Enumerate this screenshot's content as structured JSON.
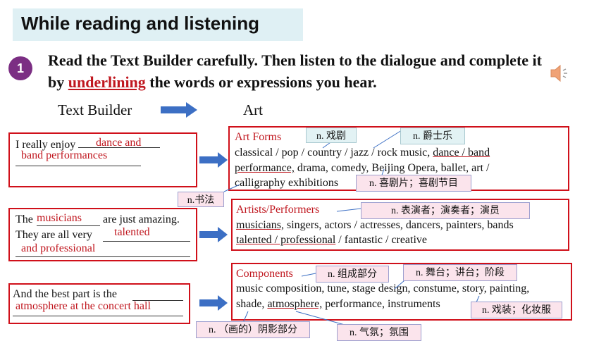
{
  "title": "While reading  and  listening",
  "step_number": "1",
  "instruction_before": "Read the Text Builder carefully. Then listen to the dialogue and complete it by ",
  "instruction_underlined": "underlining",
  "instruction_after": " the words or expressions you hear.",
  "text_builder_label": "Text Builder",
  "art_label": "Art",
  "left": {
    "box1": {
      "prefix": "I really enjoy ",
      "answer1": "dance and",
      "answer2": "band performances"
    },
    "box2": {
      "the": "The",
      "answer_musicians": "musicians",
      "amazing": "are just amazing.",
      "all_very": "They are all very",
      "answer_talented": "talented",
      "answer_professional": "and professional"
    },
    "box3": {
      "prefix": "And the best part is the",
      "answer": "atmosphere at the concert hall"
    }
  },
  "right": {
    "art_forms": {
      "heading": "Art Forms",
      "line1a": "classical / pop / country / jazz / rock music, ",
      "line1b": "dance / band",
      "line2a": "performance,",
      "line2b": " drama, comedy, Beijing Opera, ballet, art /",
      "line3": "calligraphy exhibitions"
    },
    "artists": {
      "heading": "Artists/Performers",
      "line1a": "musicians,",
      "line1b": " singers, actors / actresses, dancers, painters, bands",
      "line2a": "talented / professional",
      "line2b": " / fantastic / creative"
    },
    "components": {
      "heading": "Components",
      "line1": "music composition, tune, stage design, constume, story, painting,",
      "line2a": "shade, ",
      "line2b": "atmosphere,",
      "line2c": " performance, instruments"
    }
  },
  "tags": {
    "drama": "n. 戏剧",
    "jazz": "n. 爵士乐",
    "calligraphy": "n.书法",
    "comedy": "n. 喜剧片；喜剧节目",
    "performer": "n. 表演者；演奏者；演员",
    "component": "n. 组成部分",
    "stage": "n. 舞台；讲台；阶段",
    "costume": "n. 戏装；化妆服",
    "shade": "n. （画的）阴影部分",
    "atmosphere": "n. 气氛；氛围"
  },
  "colors": {
    "accent_red": "#c0171f",
    "step_purple": "#7b2e83",
    "arrow_blue": "#3c6fc4",
    "title_bg": "#dff0f4"
  }
}
